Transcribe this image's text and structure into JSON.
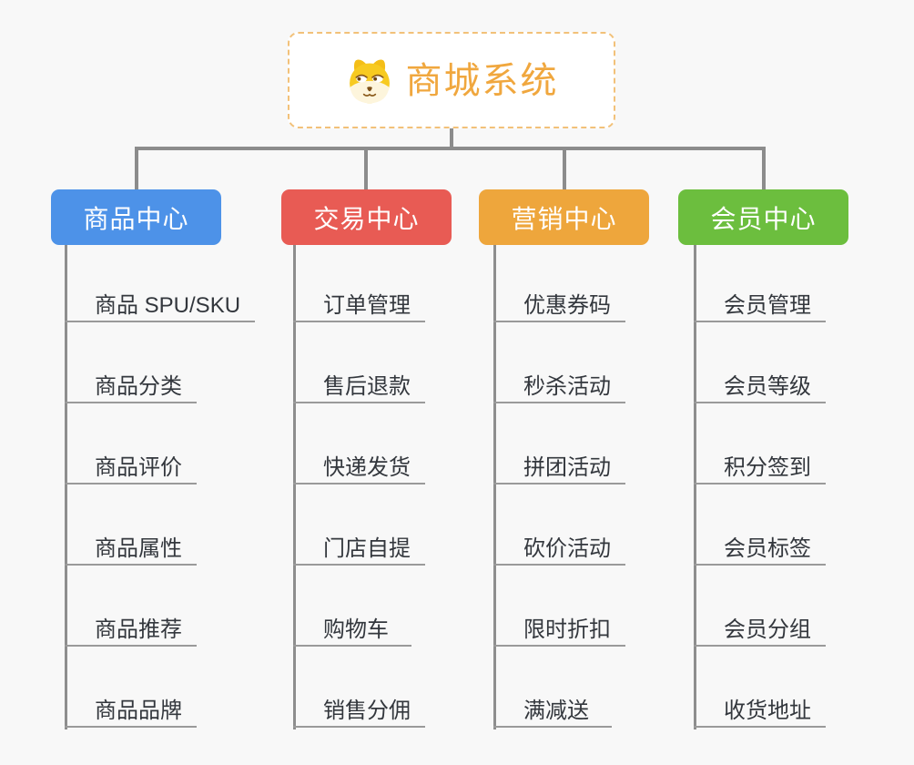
{
  "root": {
    "title": "商城系统",
    "icon": "dog-face-icon",
    "title_color": "#F0A73E",
    "border_color": "#F2C179"
  },
  "connector_color": "#8C8C8C",
  "background_color": "#F8F8F8",
  "branches": [
    {
      "label": "商品中心",
      "color": "#4D92E8",
      "items": [
        "商品 SPU/SKU",
        "商品分类",
        "商品评价",
        "商品属性",
        "商品推荐",
        "商品品牌"
      ]
    },
    {
      "label": "交易中心",
      "color": "#E85B54",
      "items": [
        "订单管理",
        "售后退款",
        "快递发货",
        "门店自提",
        "购物车",
        "销售分佣"
      ]
    },
    {
      "label": "营销中心",
      "color": "#EEA63C",
      "items": [
        "优惠券码",
        "秒杀活动",
        "拼团活动",
        "砍价活动",
        "限时折扣",
        "满减送"
      ]
    },
    {
      "label": "会员中心",
      "color": "#6CBE3E",
      "items": [
        "会员管理",
        "会员等级",
        "积分签到",
        "会员标签",
        "会员分组",
        "收货地址"
      ]
    }
  ]
}
